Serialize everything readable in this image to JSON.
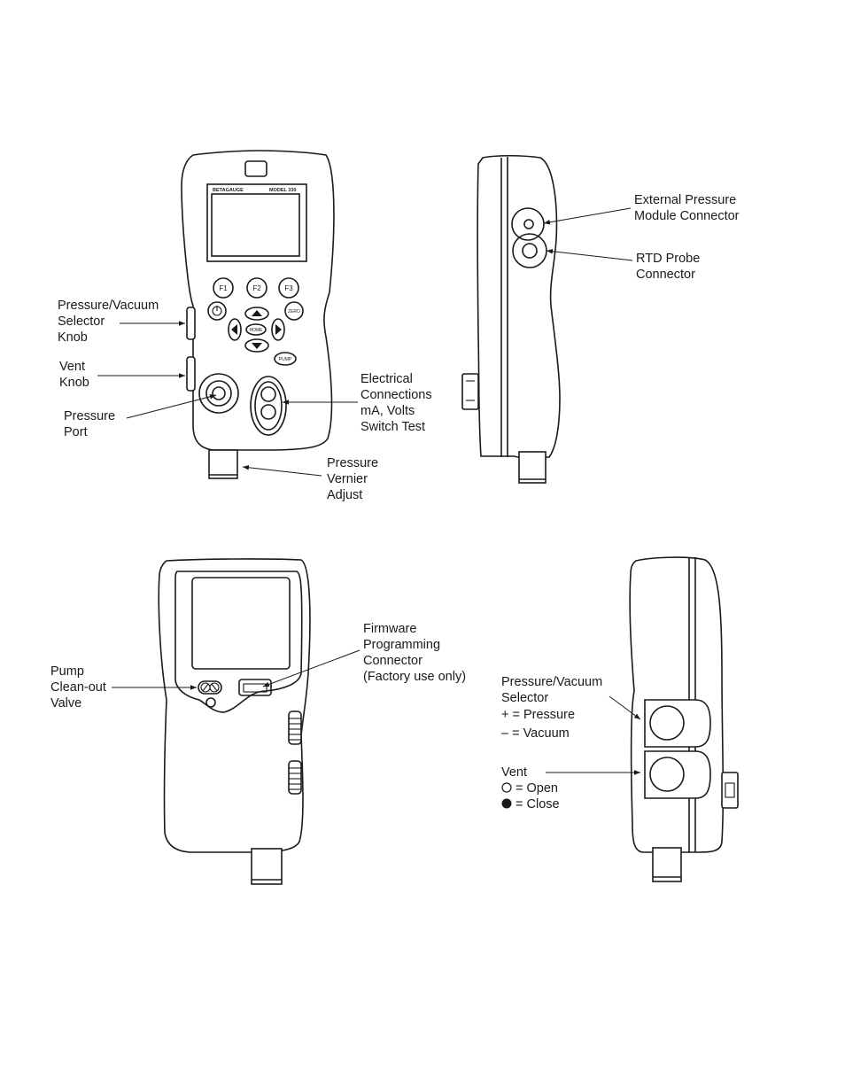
{
  "front_view": {
    "brand": "BETAGAUGE",
    "model": "MODEL 330",
    "buttons": {
      "f1": "F1",
      "f2": "F2",
      "f3": "F3",
      "zero": "ZERO",
      "home": "HOME",
      "pump": "PUMP"
    },
    "labels": {
      "selector_knob": [
        "Pressure/Vacuum",
        "Selector",
        "Knob"
      ],
      "vent_knob": [
        "Vent",
        "Knob"
      ],
      "pressure_port": [
        "Pressure",
        "Port"
      ],
      "electrical": [
        "Electrical",
        "Connections",
        "mA, Volts",
        "Switch Test"
      ],
      "vernier": [
        "Pressure",
        "Vernier",
        "Adjust"
      ]
    }
  },
  "right_side_view": {
    "labels": {
      "external_module": [
        "External Pressure",
        "Module Connector"
      ],
      "rtd": [
        "RTD Probe",
        "Connector"
      ]
    }
  },
  "back_view": {
    "labels": {
      "pump_valve": [
        "Pump",
        "Clean-out",
        "Valve"
      ],
      "firmware": [
        "Firmware",
        "Programming",
        "Connector",
        "(Factory use only)"
      ]
    }
  },
  "left_side_view": {
    "labels": {
      "selector": [
        "Pressure/Vacuum",
        "Selector"
      ],
      "pressure": "+  = Pressure",
      "vacuum": "–  = Vacuum",
      "vent": "Vent",
      "open": "= Open",
      "close": "= Close"
    }
  }
}
